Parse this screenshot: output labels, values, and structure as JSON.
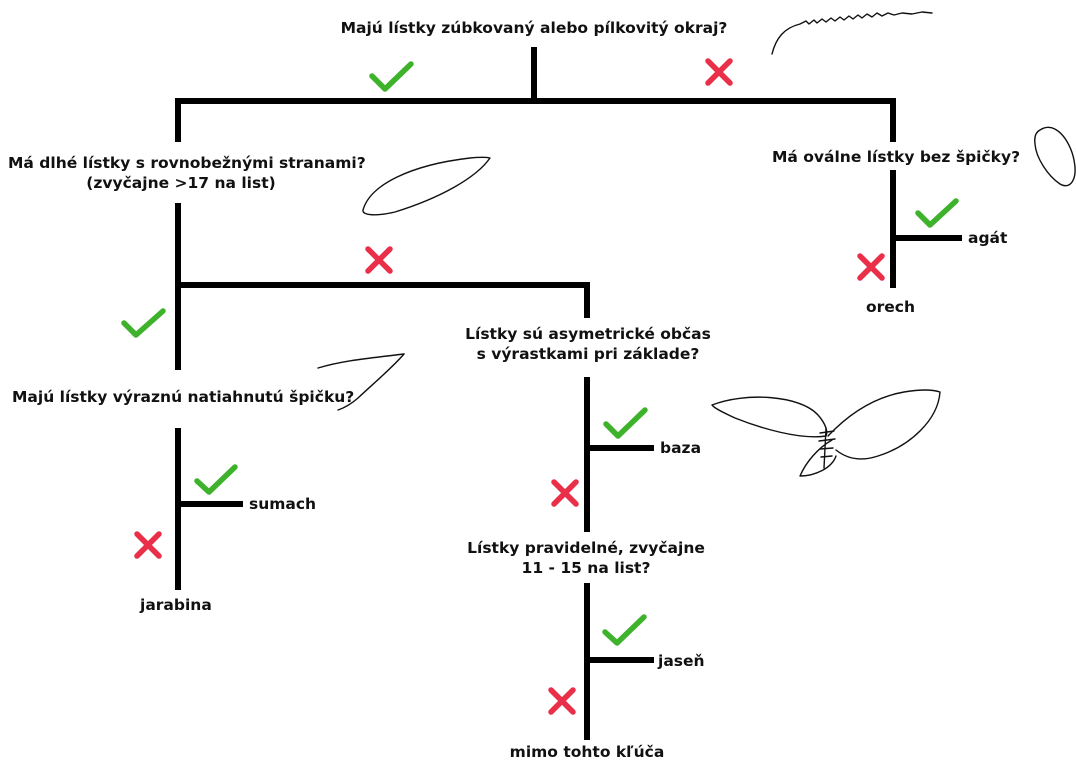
{
  "colors": {
    "yes": "#3db22a",
    "no": "#ea2f49",
    "line": "#000000",
    "background": "#ffffff"
  },
  "icons": {
    "yes": "check-mark-icon",
    "no": "cross-mark-icon"
  },
  "q1": "Majú lístky zúbkovaný alebo pílkovitý okraj?",
  "q2": {
    "line1": "Má dlhé lístky s rovnobežnými stranami?",
    "line2": "(zvyčajne >17 na list)"
  },
  "q3": "Má oválne lístky bez špičky?",
  "q4": "Majú lístky výraznú natiahnutú špičku?",
  "q5": {
    "line1": "Lístky sú asymetrické občas",
    "line2": "s výrastkami pri základe?"
  },
  "q6": {
    "line1": "Lístky pravidelné, zvyčajne",
    "line2": "11 - 15 na list?"
  },
  "leaves": {
    "agat": "agát",
    "orech": "orech",
    "sumach": "sumach",
    "jarabina": "jarabina",
    "baza": "baza",
    "jasen": "jaseň",
    "mimo": "mimo tohto kľúča"
  }
}
